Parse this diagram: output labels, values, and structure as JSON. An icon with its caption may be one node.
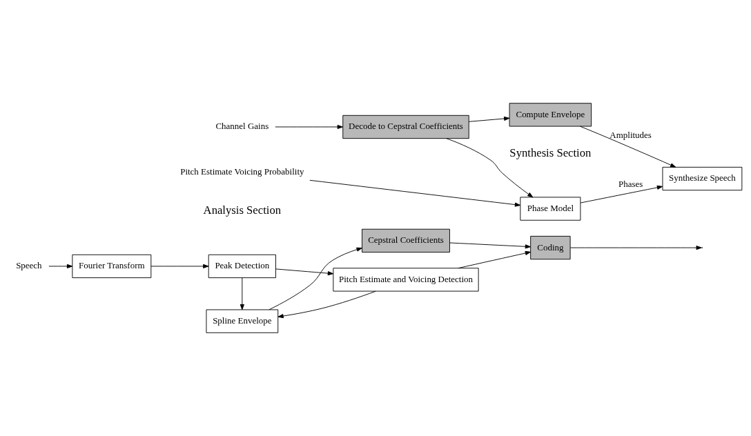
{
  "diagram": {
    "nodes": [
      {
        "text": [
          "Speech"
        ]
      },
      {
        "text": [
          "Fourier Transform"
        ]
      },
      {
        "text": [
          "Peak Detection"
        ]
      },
      {
        "text": [
          "Pitch Estimate and Voicing Detection"
        ]
      },
      {
        "text": [
          "Coding"
        ]
      },
      {
        "text": [
          "Spline Envelope"
        ]
      },
      {
        "text": [
          "Cepstral Coefficients"
        ]
      },
      {
        "text": [
          "Pitch Estimate Voicing Probability"
        ]
      },
      {
        "text": [
          "Channel Gains"
        ]
      },
      {
        "text": [
          "Phase Model"
        ]
      },
      {
        "text": [
          "Decode to Cepstral Coefficients"
        ]
      },
      {
        "text": [
          "Synthesize Speech"
        ]
      },
      {
        "text": [
          "Compute Envelope"
        ]
      }
    ],
    "edges": [
      {
        "from": 0,
        "to": 1,
        "arrow": "to"
      },
      {
        "from": 1,
        "to": 2,
        "arrow": "to"
      },
      {
        "from": 2,
        "to": 3,
        "arrow": "to"
      },
      {
        "from": 3,
        "to": 4,
        "arrow": "to"
      },
      {
        "from": 2,
        "to": 5,
        "arrow": "to"
      },
      {
        "from": 3,
        "to": 5,
        "arrow": "to"
      },
      {
        "from": 5,
        "to": 6,
        "arrow": "to"
      },
      {
        "from": 6,
        "to": 4,
        "arrow": "to"
      },
      {
        "from": 4,
        "to": null,
        "arrow": "to"
      },
      {
        "from": 7,
        "to": 9,
        "arrow": "to"
      },
      {
        "from": 8,
        "to": 10,
        "arrow": "to"
      },
      {
        "from": 10,
        "to": 9,
        "arrow": "to"
      },
      {
        "from": 10,
        "to": 12,
        "arrow": "to"
      },
      {
        "from": 9,
        "to": 11,
        "label": "Phases",
        "arrow": "to"
      },
      {
        "from": 12,
        "to": 11,
        "label": "Amplitudes",
        "arrow": "to"
      }
    ],
    "labels": [
      "Analysis Section",
      "Synthesis Section"
    ]
  }
}
